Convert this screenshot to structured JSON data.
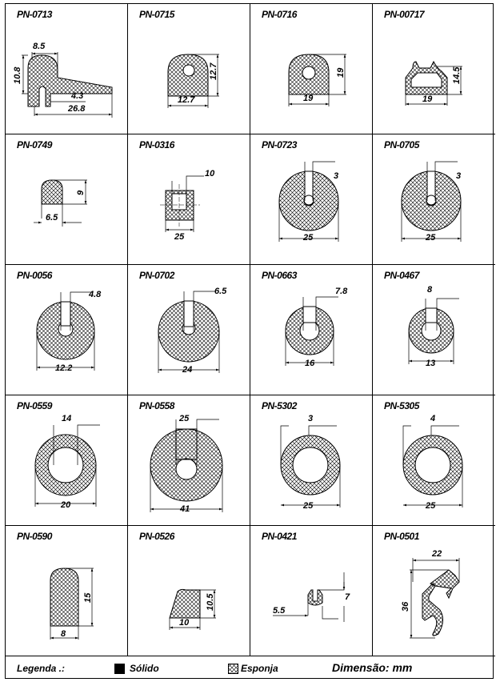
{
  "cells": [
    {
      "pn": "PN-0713",
      "dims": [
        "8.5",
        "10.8",
        "4.3",
        "26.8"
      ]
    },
    {
      "pn": "PN-0715",
      "dims": [
        "12.7",
        "12.7"
      ]
    },
    {
      "pn": "PN-0716",
      "dims": [
        "19",
        "19"
      ]
    },
    {
      "pn": "PN-00717",
      "dims": [
        "19",
        "14.5"
      ]
    },
    {
      "pn": "PN-0749",
      "dims": [
        "9",
        "6.5"
      ]
    },
    {
      "pn": "PN-0316",
      "dims": [
        "10",
        "25"
      ]
    },
    {
      "pn": "PN-0723",
      "dims": [
        "3",
        "25"
      ]
    },
    {
      "pn": "PN-0705",
      "dims": [
        "3",
        "25"
      ]
    },
    {
      "pn": "PN-0056",
      "dims": [
        "4.8",
        "12.2"
      ]
    },
    {
      "pn": "PN-0702",
      "dims": [
        "6.5",
        "24"
      ]
    },
    {
      "pn": "PN-0663",
      "dims": [
        "7.8",
        "16"
      ]
    },
    {
      "pn": "PN-0467",
      "dims": [
        "8",
        "13"
      ]
    },
    {
      "pn": "PN-0559",
      "dims": [
        "14",
        "20"
      ]
    },
    {
      "pn": "PN-0558",
      "dims": [
        "25",
        "41"
      ]
    },
    {
      "pn": "PN-5302",
      "dims": [
        "3",
        "25"
      ]
    },
    {
      "pn": "PN-5305",
      "dims": [
        "4",
        "25"
      ]
    },
    {
      "pn": "PN-0590",
      "dims": [
        "15",
        "8"
      ]
    },
    {
      "pn": "PN-0526",
      "dims": [
        "10.5",
        "10"
      ]
    },
    {
      "pn": "PN-0421",
      "dims": [
        "5.5",
        "7"
      ]
    },
    {
      "pn": "PN-0501",
      "dims": [
        "36",
        "22"
      ]
    }
  ],
  "legend": {
    "label": "Legenda .:",
    "solid": "Sólido",
    "sponge": "Esponja",
    "unit": "Dimensão: mm"
  }
}
